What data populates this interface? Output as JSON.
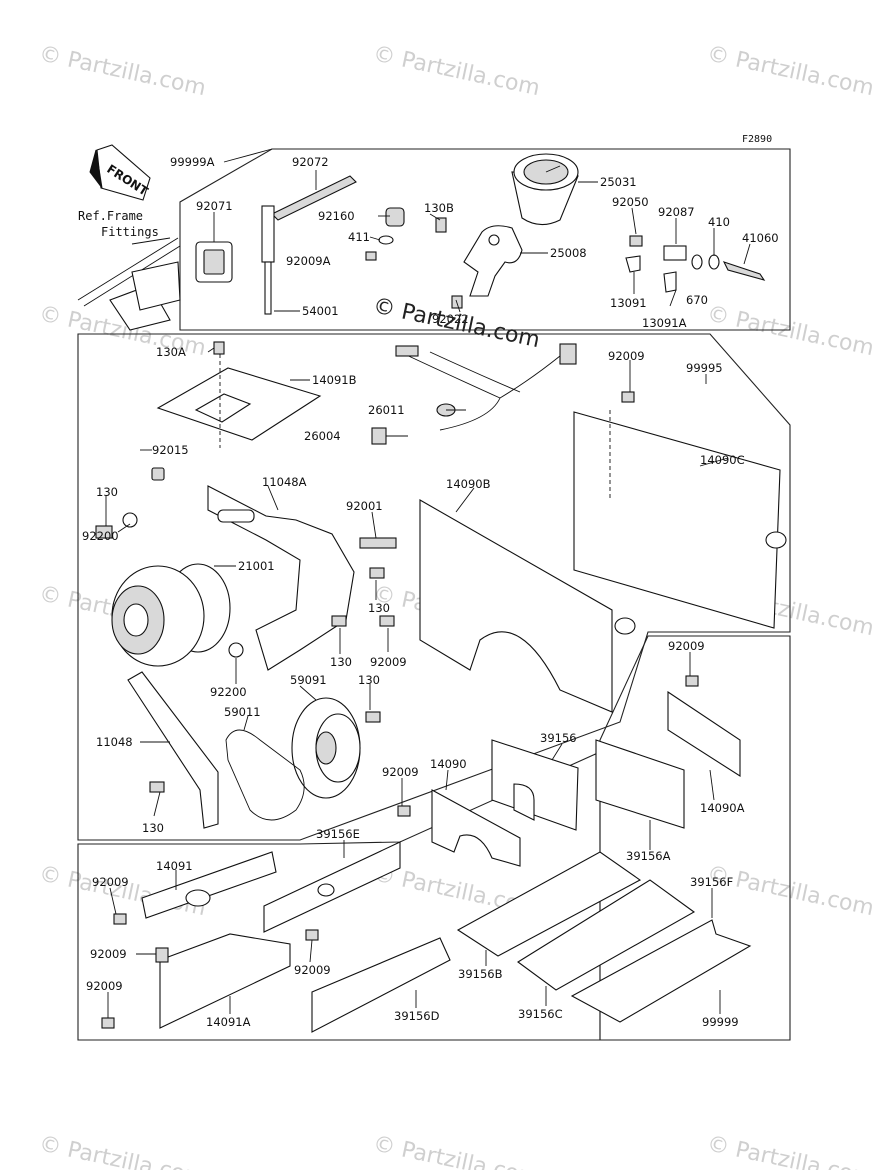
{
  "diagram": {
    "code": "F2890",
    "front_label": "FRONT",
    "ref_frame_line1": "Ref.Frame",
    "ref_frame_line2": "Fittings",
    "center_watermark": "© Partzilla.com",
    "watermark": "© Partzilla.com",
    "parts": [
      {
        "id": "99999A",
        "label": "99999A"
      },
      {
        "id": "92072",
        "label": "92072"
      },
      {
        "id": "25031",
        "label": "25031"
      },
      {
        "id": "92071",
        "label": "92071"
      },
      {
        "id": "92160",
        "label": "92160"
      },
      {
        "id": "130B",
        "label": "130B"
      },
      {
        "id": "411",
        "label": "411"
      },
      {
        "id": "92009A",
        "label": "92009A"
      },
      {
        "id": "25008",
        "label": "25008"
      },
      {
        "id": "92050",
        "label": "92050"
      },
      {
        "id": "92087",
        "label": "92087"
      },
      {
        "id": "410",
        "label": "410"
      },
      {
        "id": "41060",
        "label": "41060"
      },
      {
        "id": "54001",
        "label": "54001"
      },
      {
        "id": "92022",
        "label": "92022"
      },
      {
        "id": "13091",
        "label": "13091"
      },
      {
        "id": "670",
        "label": "670"
      },
      {
        "id": "13091A",
        "label": "13091A"
      },
      {
        "id": "130A",
        "label": "130A"
      },
      {
        "id": "14091B",
        "label": "14091B"
      },
      {
        "id": "92009-top",
        "label": "92009"
      },
      {
        "id": "99995",
        "label": "99995"
      },
      {
        "id": "26011",
        "label": "26011"
      },
      {
        "id": "26004",
        "label": "26004"
      },
      {
        "id": "14090C",
        "label": "14090C"
      },
      {
        "id": "92015",
        "label": "92015"
      },
      {
        "id": "11048A",
        "label": "11048A"
      },
      {
        "id": "130-a",
        "label": "130"
      },
      {
        "id": "92001",
        "label": "92001"
      },
      {
        "id": "14090B",
        "label": "14090B"
      },
      {
        "id": "92200-a",
        "label": "92200"
      },
      {
        "id": "21001",
        "label": "21001"
      },
      {
        "id": "130-b",
        "label": "130"
      },
      {
        "id": "130-c",
        "label": "130"
      },
      {
        "id": "92009-mid",
        "label": "92009"
      },
      {
        "id": "92009-right",
        "label": "92009"
      },
      {
        "id": "92200-b",
        "label": "92200"
      },
      {
        "id": "59091",
        "label": "59091"
      },
      {
        "id": "130-d",
        "label": "130"
      },
      {
        "id": "59011",
        "label": "59011"
      },
      {
        "id": "11048",
        "label": "11048"
      },
      {
        "id": "39156",
        "label": "39156"
      },
      {
        "id": "92009-low",
        "label": "92009"
      },
      {
        "id": "14090",
        "label": "14090"
      },
      {
        "id": "14090A",
        "label": "14090A"
      },
      {
        "id": "130-e",
        "label": "130"
      },
      {
        "id": "39156A",
        "label": "39156A"
      },
      {
        "id": "39156E",
        "label": "39156E"
      },
      {
        "id": "14091",
        "label": "14091"
      },
      {
        "id": "92009-b1",
        "label": "92009"
      },
      {
        "id": "39156F",
        "label": "39156F"
      },
      {
        "id": "92009-b2",
        "label": "92009"
      },
      {
        "id": "92009-b3",
        "label": "92009"
      },
      {
        "id": "39156B",
        "label": "39156B"
      },
      {
        "id": "92009-b4",
        "label": "92009"
      },
      {
        "id": "14091A",
        "label": "14091A"
      },
      {
        "id": "39156D",
        "label": "39156D"
      },
      {
        "id": "39156C",
        "label": "39156C"
      },
      {
        "id": "99999",
        "label": "99999"
      }
    ]
  }
}
